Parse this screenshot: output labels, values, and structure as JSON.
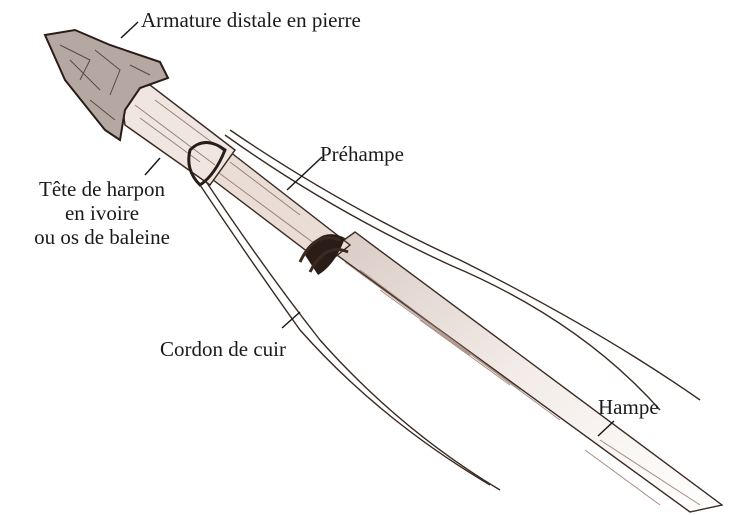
{
  "labels": {
    "armature": "Armature distale en pierre",
    "tete": [
      "Tête de harpon",
      "en ivoire",
      "ou os de baleine"
    ],
    "prehampe": "Préhampe",
    "cordon": "Cordon de cuir",
    "hampe": "Hampe"
  },
  "colors": {
    "ink": "#3b2a22",
    "shaft_shade": "#8a6a5c",
    "stone": "#b5a7a1",
    "binding": "#2a1c17",
    "text": "#1a1a1a"
  }
}
